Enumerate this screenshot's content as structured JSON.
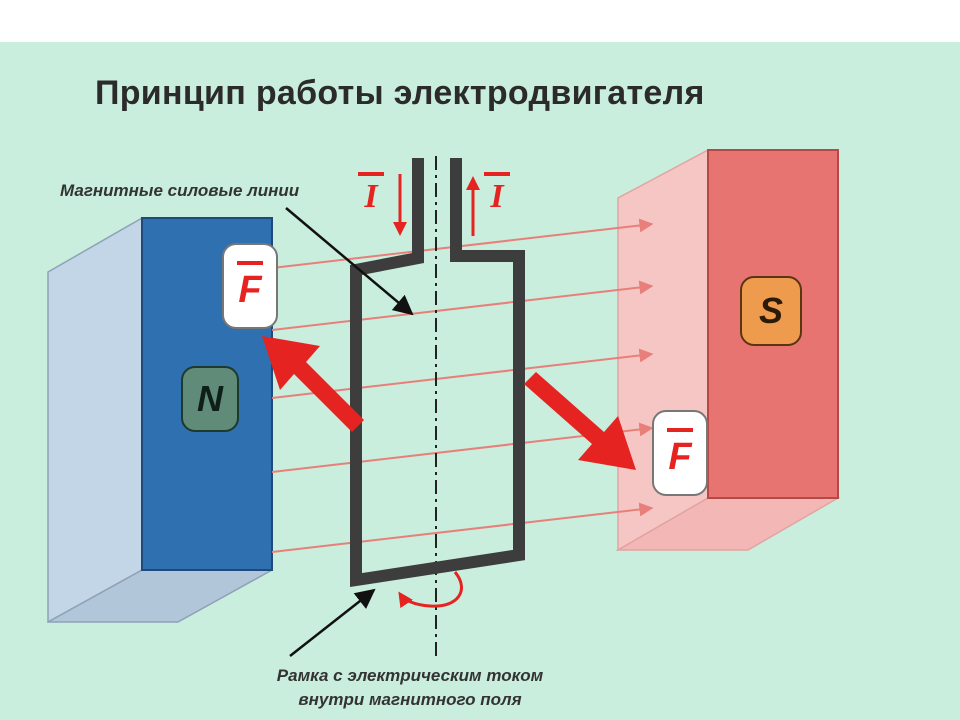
{
  "title": "Принцип работы электродвигателя",
  "labels": {
    "field_lines": "Магнитные силовые линии",
    "frame_line1": "Рамка с электрическим током",
    "frame_line2": "внутри магнитного поля"
  },
  "magnets": {
    "north": "N",
    "south": "S"
  },
  "force_label": "F",
  "current_label": "I",
  "colors": {
    "background": "#c9eedd",
    "north_front": "#2f70b0",
    "south_front": "#e77470",
    "force_arrow": "#e52421",
    "field_line": "#e87f7a",
    "frame": "#3d3d3d"
  }
}
